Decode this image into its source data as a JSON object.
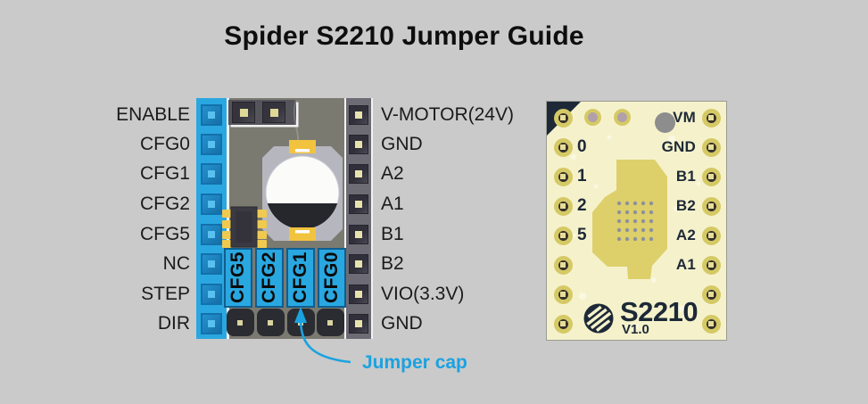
{
  "title": "Spider S2210 Jumper Guide",
  "module_diagram": {
    "left_pin_labels": [
      "ENABLE",
      "CFG0",
      "CFG1",
      "CFG2",
      "CFG5",
      "NC",
      "STEP",
      "DIR"
    ],
    "right_pin_labels": [
      "V-MOTOR(24V)",
      "GND",
      "A2",
      "A1",
      "B1",
      "B2",
      "VIO(3.3V)",
      "GND"
    ],
    "jumper_block_labels": [
      "CFG5",
      "CFG2",
      "CFG1",
      "CFG0"
    ],
    "annotation_label": "Jumper cap"
  },
  "pcb_board": {
    "left_pad_labels": [
      "0",
      "1",
      "2",
      "5"
    ],
    "right_pad_labels": [
      "VM",
      "GND",
      "B1",
      "B2",
      "A2",
      "A1"
    ],
    "silkscreen_name": "S2210",
    "silkscreen_version": "V1.0"
  },
  "colors": {
    "canvas_bg": "#cacaca",
    "highlight_blue": "#29a7e0",
    "annotation_blue": "#1ba2e0",
    "silkscreen_navy": "#1d2937",
    "pcb_base": "#f5f2cb",
    "copper_pour": "#ddd06b"
  }
}
